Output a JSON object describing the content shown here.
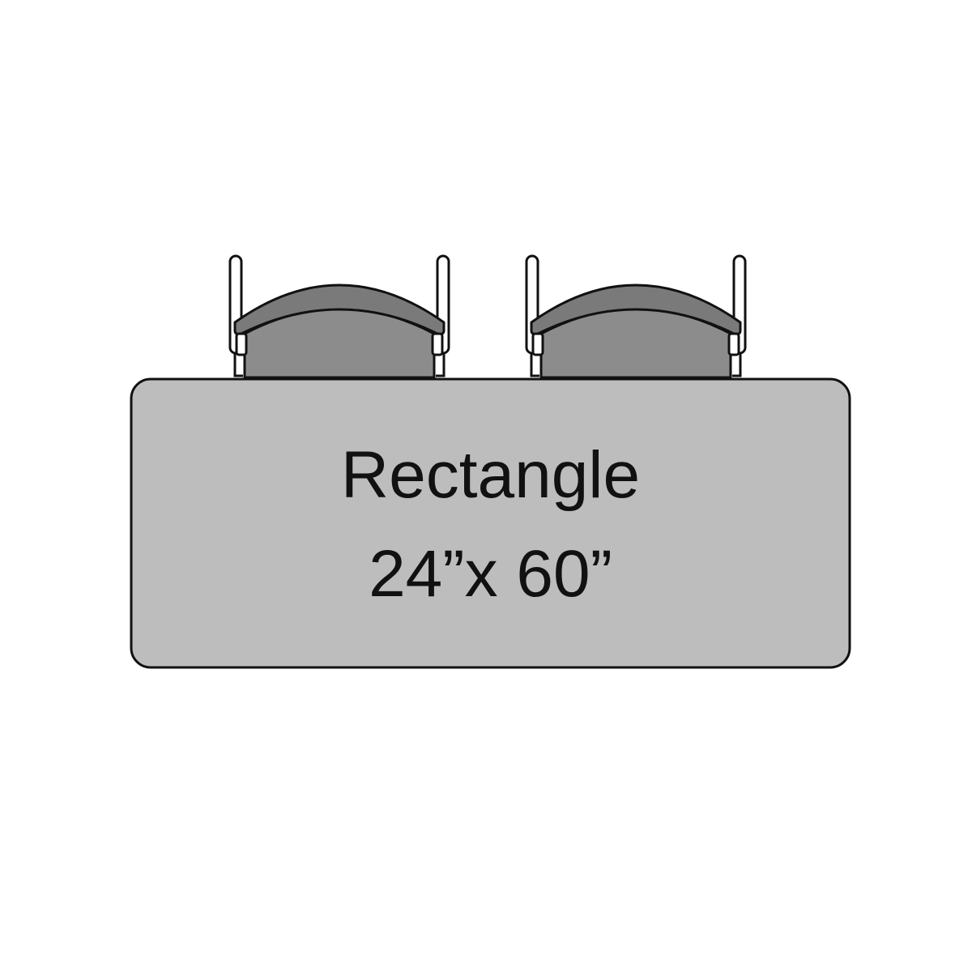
{
  "table": {
    "shape_label": "Rectangle",
    "size_label": "24”x 60”"
  },
  "chairs": [
    {
      "name": "chair-left"
    },
    {
      "name": "chair-right"
    }
  ],
  "colors": {
    "table_fill": "#bdbdbd",
    "seat_fill": "#8c8c8c",
    "backrest_fill": "#7a7a7a",
    "outline": "#111111",
    "background": "#ffffff"
  }
}
